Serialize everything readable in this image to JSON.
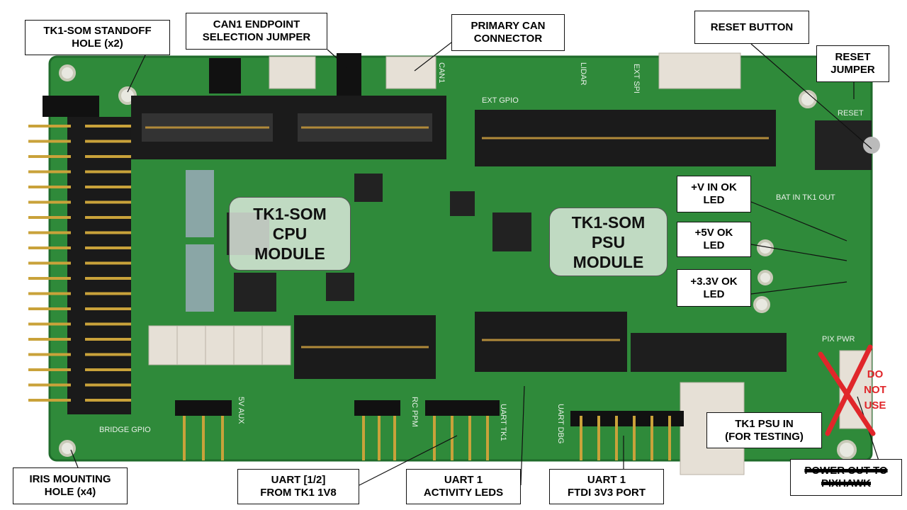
{
  "callouts": {
    "standoff": "TK1-SOM STANDOFF\nHOLE (x2)",
    "can1_jumper": "CAN1 ENDPOINT\nSELECTION JUMPER",
    "primary_can": "PRIMARY CAN\nCONNECTOR",
    "reset_button": "RESET BUTTON",
    "reset_jumper": "RESET\nJUMPER",
    "vin_led": "+V IN OK\nLED",
    "v5_led": "+5V OK\nLED",
    "v33_led": "+3.3V OK\nLED",
    "psu_in": "TK1 PSU IN\n(FOR TESTING)",
    "power_out": "POWER OUT TO\nPIXHAWK",
    "iris_hole": "IRIS MOUNTING\nHOLE (x4)",
    "uart12": "UART [1/2]\nFROM TK1 1V8",
    "uart1_leds": "UART 1\nACTIVITY LEDS",
    "uart1_ftdi": "UART 1\nFTDI 3V3 PORT"
  },
  "modules": {
    "cpu": [
      "TK1-SOM",
      "CPU",
      "MODULE"
    ],
    "psu": [
      "TK1-SOM",
      "PSU",
      "MODULE"
    ]
  },
  "warning": {
    "do": "DO",
    "not": "NOT",
    "use": "USE"
  },
  "silkscreen": {
    "can1": "CAN1",
    "ext_gpio": "EXT GPIO",
    "lidar": "LIDAR",
    "ext_spi": "EXT SPI",
    "reset": "RESET",
    "bat_in_tk1_out": "BAT IN TK1 OUT",
    "pix_pwr": "PIX PWR",
    "bridge_gpio": "BRIDGE GPIO",
    "aux_5v": "5V AUX",
    "rc_ppm": "RC PPM",
    "uart_tk1": "UART TK1",
    "uart_dbg": "UART DBG"
  },
  "colors": {
    "board": "#2f8a3a",
    "warning": "#e0262a"
  }
}
